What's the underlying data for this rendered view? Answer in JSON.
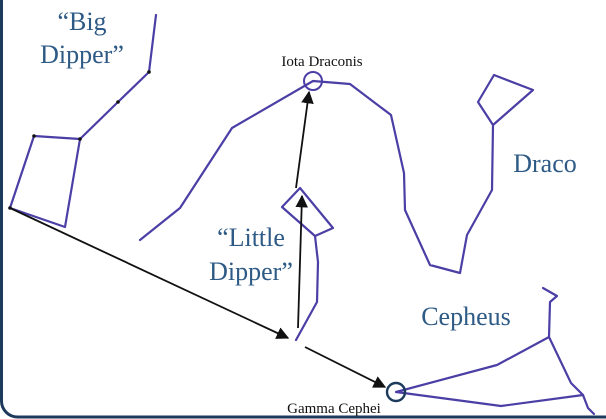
{
  "labels": {
    "big_dipper_line1": "“Big",
    "big_dipper_line2": "Dipper”",
    "iota_draconis": "Iota Draconis",
    "draco": "Draco",
    "little_dipper_line1": "“Little",
    "little_dipper_line2": "Dipper”",
    "cepheus": "Cepheus",
    "gamma_cephei": "Gamma Cephei"
  },
  "colors": {
    "frame": "#1d3a5c",
    "constellation": "#4b3fa6",
    "pointer_arrow": "#111111",
    "label_blue": "#2e5a86",
    "label_black": "#111111"
  }
}
